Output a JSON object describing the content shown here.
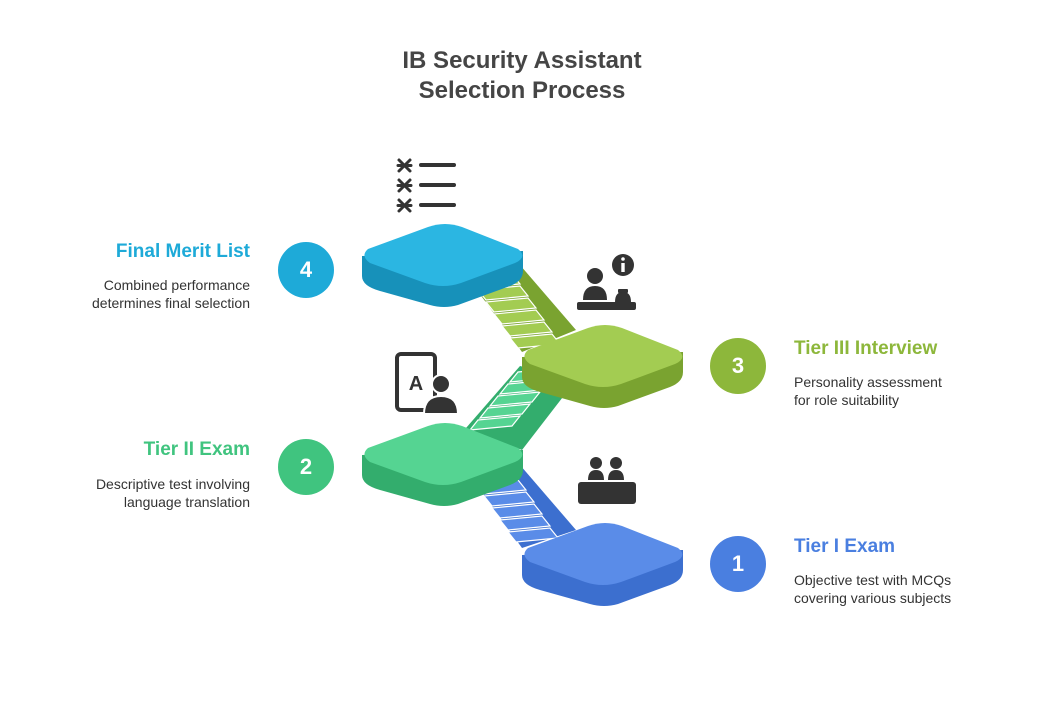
{
  "title": {
    "line1": "IB Security Assistant",
    "line2": "Selection Process"
  },
  "colors": {
    "blue": "#4a7fe0",
    "green": "#40c47f",
    "lime": "#8db73b",
    "cyan": "#1eaad8",
    "icon": "#333333"
  },
  "stages": [
    {
      "number": "1",
      "title": "Tier I Exam",
      "desc1": "Objective test with MCQs",
      "desc2": "covering various subjects",
      "icon": "desk-meeting-icon"
    },
    {
      "number": "2",
      "title": "Tier II Exam",
      "desc1": "Descriptive test involving",
      "desc2": "language translation",
      "icon": "translation-icon"
    },
    {
      "number": "3",
      "title": "Tier III Interview",
      "desc1": "Personality assessment",
      "desc2": "for role suitability",
      "icon": "interview-icon"
    },
    {
      "number": "4",
      "title": "Final Merit List",
      "desc1": "Combined performance",
      "desc2": "determines final selection",
      "icon": "ranked-list-icon"
    }
  ]
}
